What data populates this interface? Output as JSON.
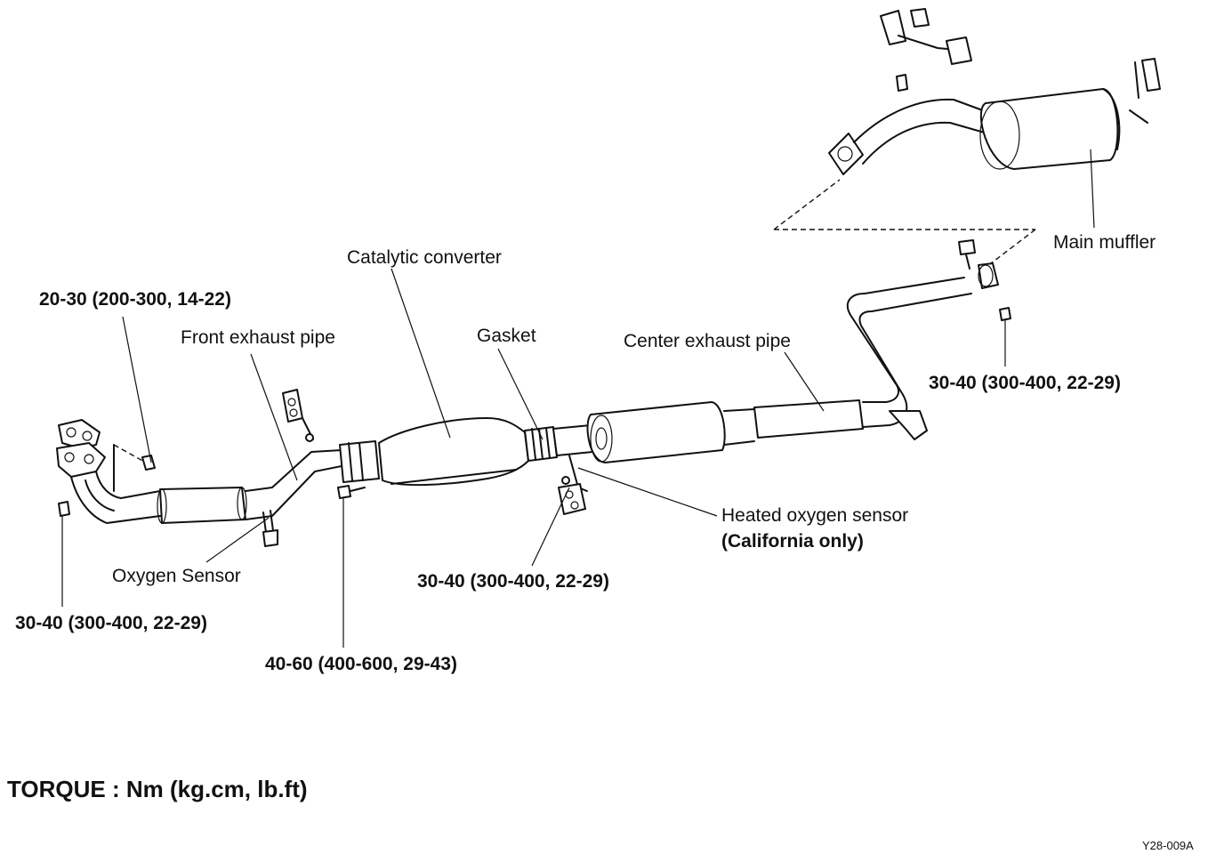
{
  "labels": {
    "torque_front_pipe_bolt": "20-30 (200-300, 14-22)",
    "front_exhaust_pipe": "Front exhaust pipe",
    "catalytic_converter": "Catalytic converter",
    "gasket": "Gasket",
    "center_exhaust_pipe": "Center exhaust pipe",
    "main_muffler": "Main muffler",
    "torque_center_hanger": "30-40 (300-400, 22-29)",
    "heated_oxygen_sensor": "Heated oxygen sensor",
    "california_only": "(California only)",
    "torque_mid_hanger": "30-40 (300-400, 22-29)",
    "oxygen_sensor": "Oxygen Sensor",
    "torque_manifold": "30-40 (300-400, 22-29)",
    "torque_converter_bolt": "40-60 (400-600, 29-43)"
  },
  "footer": {
    "torque_units": "TORQUE : Nm (kg.cm, lb.ft)",
    "figure_code": "Y28-009A"
  },
  "colors": {
    "ink": "#111111",
    "background": "#ffffff"
  }
}
